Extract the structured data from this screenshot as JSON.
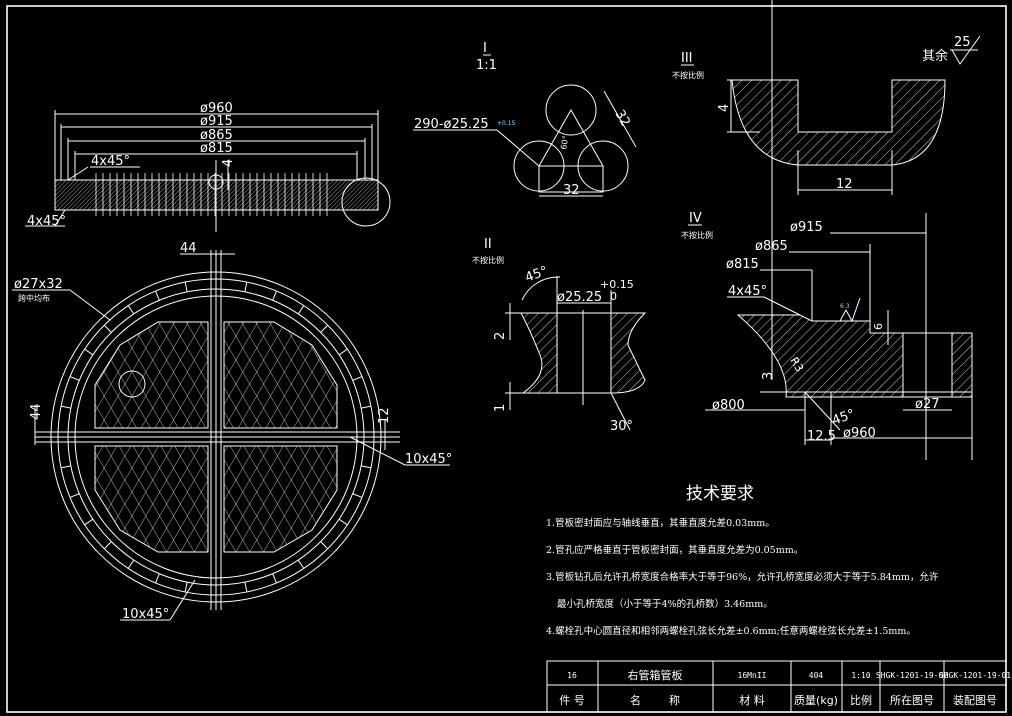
{
  "roughness": {
    "label": "其余",
    "value": "25"
  },
  "top_view": {
    "dims": [
      "ø960",
      "ø915",
      "ø865",
      "ø815"
    ],
    "chamfer_top": "4x45°",
    "chamfer_left": "4x45°",
    "thickness": "4"
  },
  "plan_view": {
    "dim_44_top": "44",
    "dim_44_left": "44",
    "dim_12": "12",
    "bolt_holes": "ø27x32",
    "bolt_note": "跨中均布",
    "chamfer_right": "10x45°",
    "chamfer_bottom": "10x45°"
  },
  "detail_I": {
    "title": "I",
    "scale": "1:1",
    "holes": "290-ø25.25",
    "hole_tol": "+0.15",
    "pitch_diag": "32",
    "pitch": "32",
    "angle": "60°"
  },
  "detail_II": {
    "title": "II",
    "note": "不按比例",
    "angle_top": "45°",
    "dia": "ø25.25",
    "tol_upper": "+0.15",
    "tol_lower": "0",
    "dim_2": "2",
    "dim_1": "1",
    "angle_bottom": "30°"
  },
  "detail_III": {
    "title": "III",
    "note": "不按比例",
    "depth": "4",
    "width": "12"
  },
  "detail_IV": {
    "title": "IV",
    "note": "不按比例",
    "d915": "ø915",
    "d865": "ø865",
    "d815": "ø815",
    "chamfer": "4x45°",
    "rough": "6.3",
    "dim_6": "6",
    "dim_3": "3",
    "radius": "R3",
    "d800": "ø800",
    "angle": "45°",
    "dim_125": "12.5",
    "d960": "ø960",
    "d27": "ø27"
  },
  "tech_requirements": {
    "title": "技术要求",
    "items": [
      "1.管板密封面应与轴线垂直，其垂直度允差0.03mm。",
      "2.管孔应严格垂直于管板密封面，其垂直度允差为0.05mm。",
      "3.管板钻孔后允许孔桥宽度合格率大于等于96%，允许孔桥宽度必须大于等于5.84mm，允许",
      "最小孔桥宽度（小于等于4%的孔桥数）3.46mm。",
      "4.螺栓孔中心圆直径和相邻两螺栓孔弦长允差±0.6mm;任意两螺栓弦长允差±1.5mm。"
    ]
  },
  "title_block": {
    "values": [
      "16",
      "右管箱管板",
      "16MnII",
      "404",
      "1:10",
      "SHGK-1201-19-02",
      "SHGK-1201-19-01"
    ],
    "headers": [
      "件  号",
      "名        称",
      "材  料",
      "质量(kg)",
      "比例",
      "所在图号",
      "装配图号"
    ]
  }
}
